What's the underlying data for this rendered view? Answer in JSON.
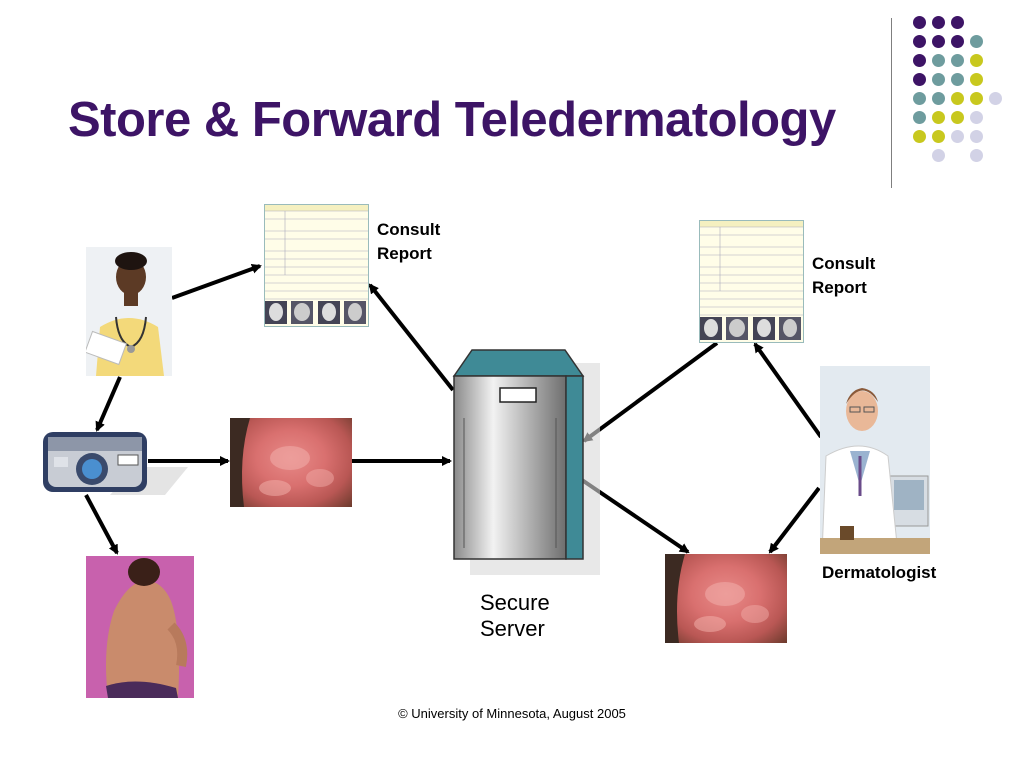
{
  "slide": {
    "title": "Store & Forward Teledermatology",
    "footer": "©  University of Minnesota, August 2005"
  },
  "labels": {
    "consult_report_left": [
      "Consult",
      "Report"
    ],
    "consult_report_right": [
      "Consult",
      "Report"
    ],
    "dermatologist": "Dermatologist",
    "secure_server": [
      "Secure",
      "Server"
    ]
  },
  "colors": {
    "title": "#3d1466",
    "dot_purple": "#3d1466",
    "dot_teal": "#6e9c9e",
    "dot_yellow": "#c8c81e",
    "dot_lavender": "#d2d2e6",
    "server_accent": "#3f8a96"
  },
  "decoration_dots": [
    [
      "purple",
      "purple",
      "purple",
      null
    ],
    [
      "purple",
      "purple",
      "purple",
      "teal"
    ],
    [
      "purple",
      "teal",
      "teal",
      "yellow"
    ],
    [
      "purple",
      "teal",
      "teal",
      "yellow"
    ],
    [
      "teal",
      "teal",
      "yellow",
      "yellow",
      "lavender"
    ],
    [
      "teal",
      "yellow",
      "yellow",
      "lavender"
    ],
    [
      "yellow",
      "yellow",
      "lavender",
      "lavender"
    ],
    [
      null,
      "lavender",
      null,
      "lavender"
    ]
  ],
  "icons": [
    "nurse-photo",
    "camera-icon",
    "skin-rash-photo",
    "patient-back-photo",
    "consult-report-form",
    "server-icon",
    "dermatologist-photo"
  ]
}
